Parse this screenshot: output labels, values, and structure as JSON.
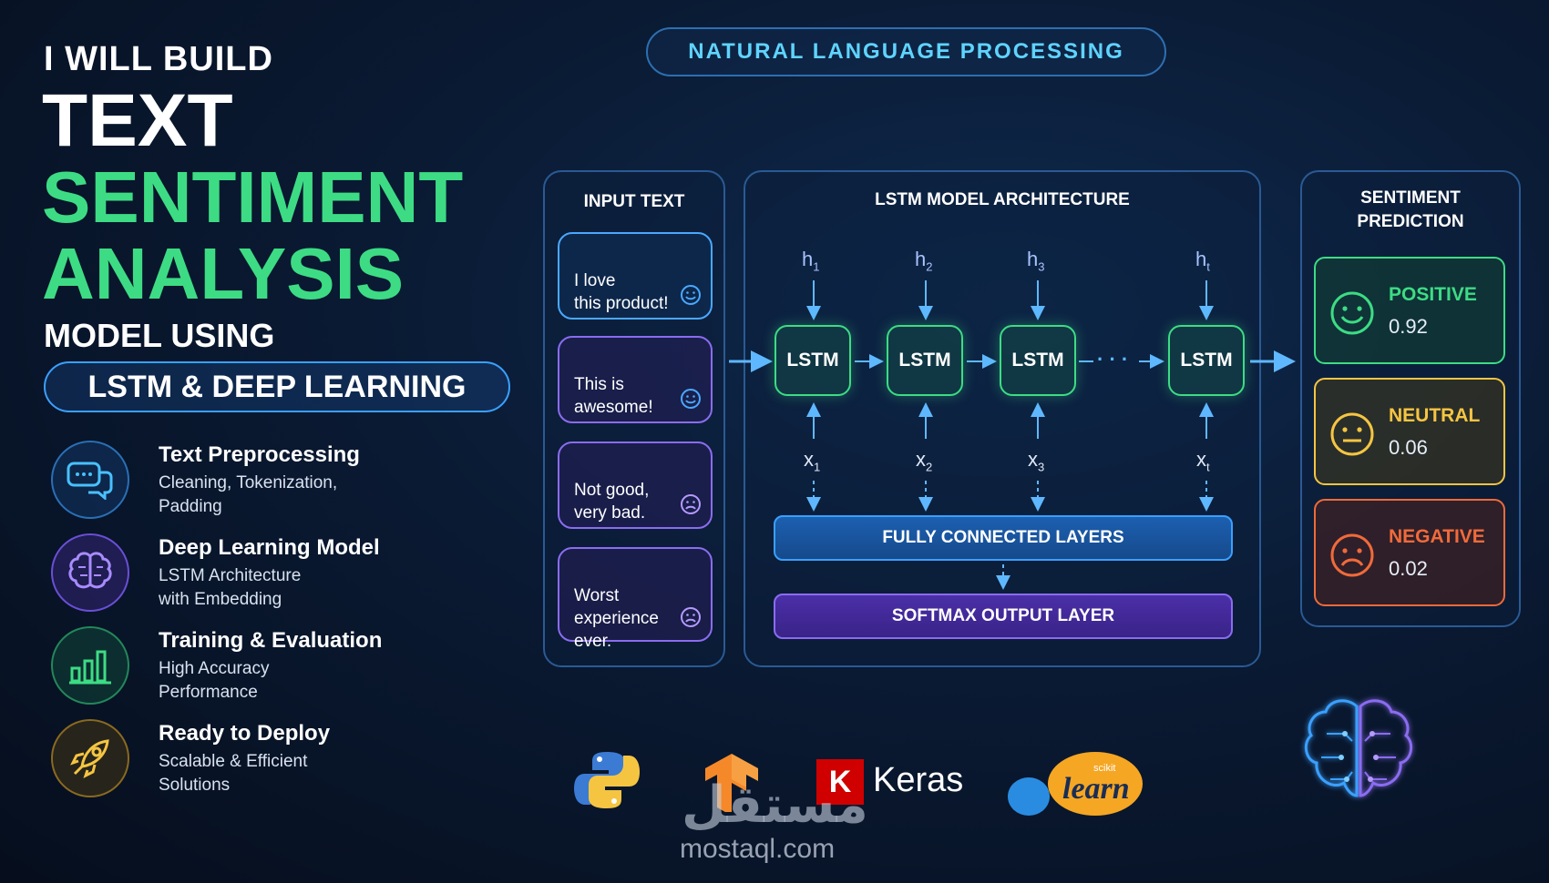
{
  "hero": {
    "line1": "I WILL BUILD",
    "line2": "TEXT",
    "line3": "SENTIMENT",
    "line4": "ANALYSIS",
    "line5": "MODEL USING",
    "pill": "LSTM & DEEP LEARNING"
  },
  "features": [
    {
      "title": "Text Preprocessing",
      "desc": "Cleaning, Tokenization,\nPadding"
    },
    {
      "title": "Deep Learning Model",
      "desc": "LSTM Architecture\nwith Embedding"
    },
    {
      "title": "Training & Evaluation",
      "desc": "High Accuracy\nPerformance"
    },
    {
      "title": "Ready to Deploy",
      "desc": "Scalable & Efficient\nSolutions"
    }
  ],
  "banner": "NATURAL LANGUAGE PROCESSING",
  "input_panel": {
    "title": "INPUT TEXT",
    "messages": [
      {
        "text": "I love\nthis product!",
        "icon": "smile-icon"
      },
      {
        "text": "This is\nawesome!",
        "icon": "smile-icon"
      },
      {
        "text": "Not good,\nvery bad.",
        "icon": "frown-icon"
      },
      {
        "text": "Worst\nexperience\never.",
        "icon": "frown-icon"
      }
    ]
  },
  "architecture": {
    "title": "LSTM MODEL ARCHITECTURE",
    "cell_label": "LSTM",
    "hidden": [
      "h",
      "h",
      "h",
      "h"
    ],
    "hidden_sub": [
      "1",
      "2",
      "3",
      "t"
    ],
    "inputs": [
      "x",
      "x",
      "x",
      "x"
    ],
    "inputs_sub": [
      "1",
      "2",
      "3",
      "t"
    ],
    "ellipsis": "· · ·",
    "fc_label": "FULLY CONNECTED LAYERS",
    "softmax_label": "SOFTMAX OUTPUT LAYER"
  },
  "prediction": {
    "title": "SENTIMENT\nPREDICTION",
    "classes": [
      {
        "label": "POSITIVE",
        "value": "0.92",
        "color": "#3ddc84",
        "icon": "smile-icon"
      },
      {
        "label": "NEUTRAL",
        "value": "0.06",
        "color": "#f5c542",
        "icon": "neutral-face-icon"
      },
      {
        "label": "NEGATIVE",
        "value": "0.02",
        "color": "#f06a3a",
        "icon": "frown-icon"
      }
    ]
  },
  "logos": {
    "keras": "Keras",
    "keras_k": "K",
    "sklearn_small": "scikit",
    "sklearn": "learn",
    "watermark": "مستقل",
    "watermark_url": "mostaql.com"
  },
  "colors": {
    "accent_green": "#3ddc84",
    "accent_blue": "#3aa0ff",
    "accent_purple": "#8b6cf0",
    "background": "#0a1a33"
  }
}
